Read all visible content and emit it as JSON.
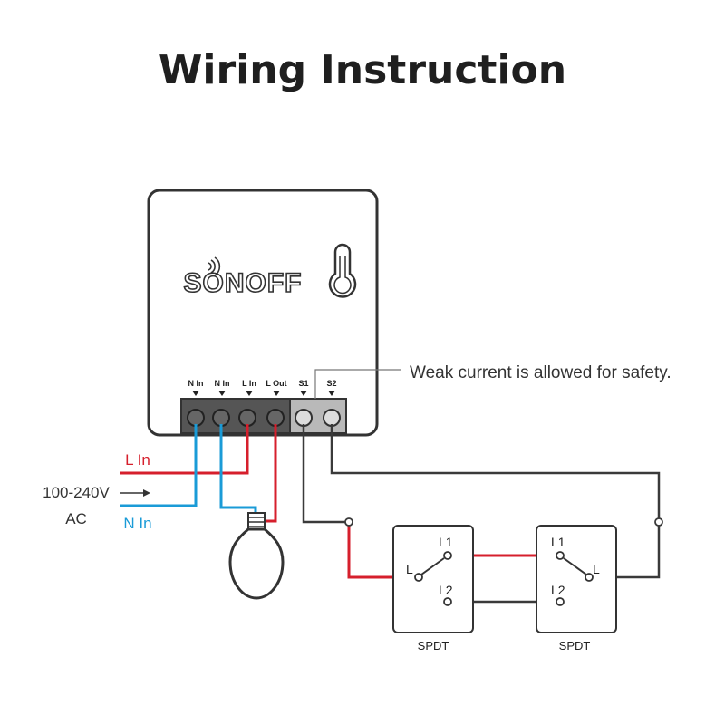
{
  "title": "Wiring Instruction",
  "device": {
    "brand": "SONOFF",
    "terminals": [
      "N In",
      "N In",
      "L In",
      "L Out",
      "S1",
      "S2"
    ]
  },
  "note": "Weak current is allowed for safety.",
  "supply": {
    "voltage": "100-240V",
    "type": "AC",
    "live_label": "L In",
    "neutral_label": "N In"
  },
  "switches": [
    {
      "name": "SPDT",
      "common": "L",
      "out1": "L1",
      "out2": "L2"
    },
    {
      "name": "SPDT",
      "common": "L",
      "out1": "L1",
      "out2": "L2"
    }
  ],
  "colors": {
    "live": "#d61f2c",
    "neutral": "#1a9bd7",
    "line": "#3a3a3a"
  }
}
